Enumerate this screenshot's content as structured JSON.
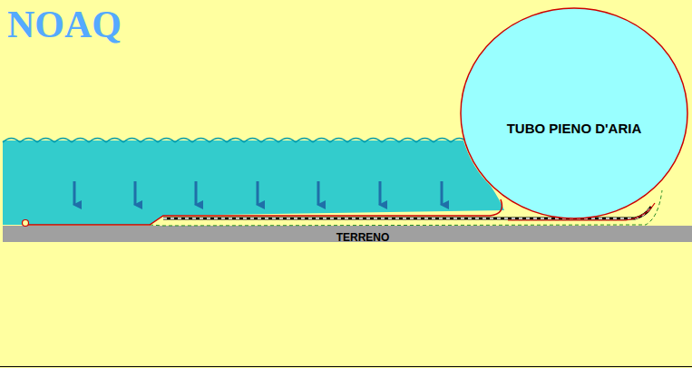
{
  "diagram": {
    "title": "NOAQ",
    "nodes": [
      {
        "text": [
          "TUBO PIENO D'ARIA"
        ]
      }
    ],
    "labels": [
      "TERRENO"
    ]
  }
}
